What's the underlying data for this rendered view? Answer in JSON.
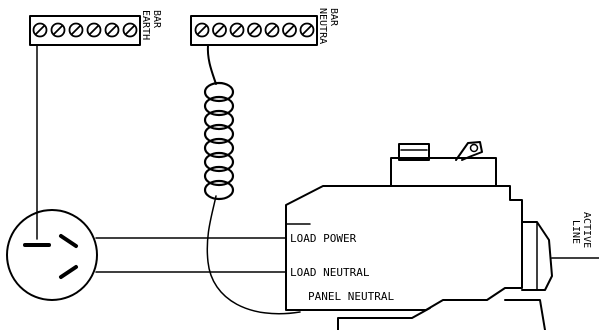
{
  "diagram": {
    "earth_bar": {
      "label_line1": "EARTH",
      "label_line2": "BAR",
      "screw_count": 6
    },
    "neutral_bar": {
      "label_line1": "NEUTRA",
      "label_line2": "BAR",
      "screw_count": 7
    },
    "device": {
      "load_power": "LOAD POWER",
      "load_neutral": "LOAD NEUTRAL",
      "panel_neutral": "PANEL NEUTRAL"
    },
    "line_active": {
      "line1": "LINE",
      "line2": "ACTIVE"
    },
    "colors": {
      "ink": "#000000",
      "paper": "#ffffff"
    }
  }
}
